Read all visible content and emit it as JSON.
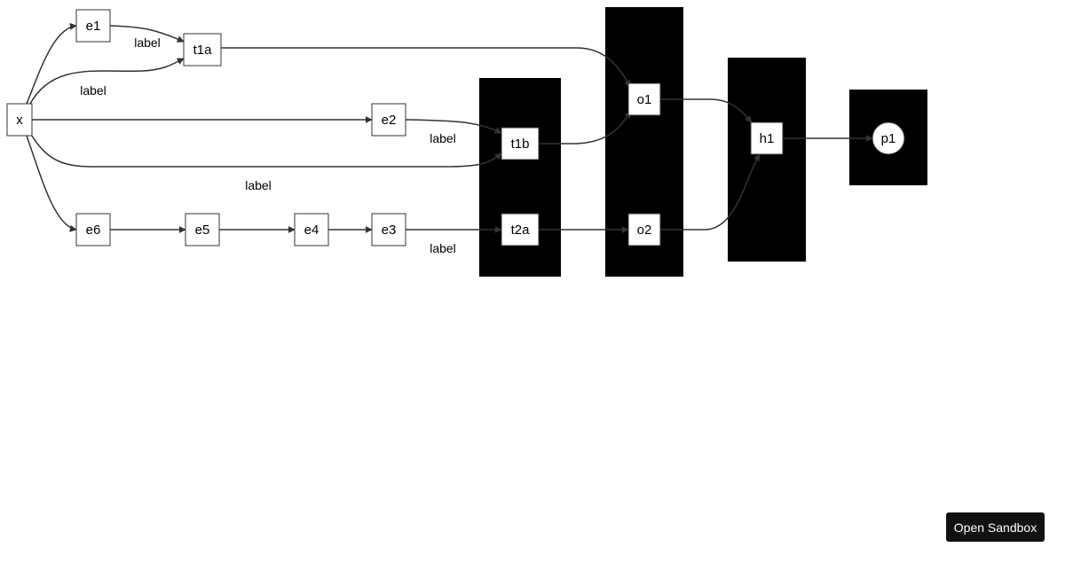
{
  "diagram": {
    "nodes": [
      {
        "id": "x",
        "label": "x",
        "shape": "rect"
      },
      {
        "id": "e1",
        "label": "e1",
        "shape": "rect"
      },
      {
        "id": "t1a",
        "label": "t1a",
        "shape": "rect"
      },
      {
        "id": "e2",
        "label": "e2",
        "shape": "rect"
      },
      {
        "id": "t1b",
        "label": "t1b",
        "shape": "rect"
      },
      {
        "id": "e6",
        "label": "e6",
        "shape": "rect"
      },
      {
        "id": "e5",
        "label": "e5",
        "shape": "rect"
      },
      {
        "id": "e4",
        "label": "e4",
        "shape": "rect"
      },
      {
        "id": "e3",
        "label": "e3",
        "shape": "rect"
      },
      {
        "id": "t2a",
        "label": "t2a",
        "shape": "rect"
      },
      {
        "id": "o1",
        "label": "o1",
        "shape": "rect"
      },
      {
        "id": "o2",
        "label": "o2",
        "shape": "rect"
      },
      {
        "id": "h1",
        "label": "h1",
        "shape": "rect"
      },
      {
        "id": "p1",
        "label": "p1",
        "shape": "circle"
      }
    ],
    "edges": [
      {
        "from": "x",
        "to": "e1",
        "label": ""
      },
      {
        "from": "e1",
        "to": "t1a",
        "label": "label"
      },
      {
        "from": "x",
        "to": "t1a",
        "label": "label"
      },
      {
        "from": "x",
        "to": "e2",
        "label": ""
      },
      {
        "from": "e2",
        "to": "t1b",
        "label": "label"
      },
      {
        "from": "x",
        "to": "t1b",
        "label": "label"
      },
      {
        "from": "x",
        "to": "e6",
        "label": ""
      },
      {
        "from": "e6",
        "to": "e5",
        "label": ""
      },
      {
        "from": "e5",
        "to": "e4",
        "label": ""
      },
      {
        "from": "e4",
        "to": "e3",
        "label": ""
      },
      {
        "from": "e3",
        "to": "t2a",
        "label": "label"
      },
      {
        "from": "t1a",
        "to": "o1",
        "label": ""
      },
      {
        "from": "t1b",
        "to": "o1",
        "label": ""
      },
      {
        "from": "t2a",
        "to": "o2",
        "label": ""
      },
      {
        "from": "o1",
        "to": "h1",
        "label": ""
      },
      {
        "from": "o2",
        "to": "h1",
        "label": ""
      },
      {
        "from": "h1",
        "to": "p1",
        "label": ""
      }
    ],
    "groups": [
      {
        "id": "group-t",
        "members": [
          "t1b",
          "t2a"
        ],
        "fill": "#000000"
      },
      {
        "id": "group-o",
        "members": [
          "o1",
          "o2"
        ],
        "fill": "#000000"
      },
      {
        "id": "group-h",
        "members": [
          "h1"
        ],
        "fill": "#000000"
      },
      {
        "id": "group-p",
        "members": [
          "p1"
        ],
        "fill": "#000000"
      }
    ],
    "colors": {
      "node_fill": "#ffffff",
      "node_stroke": "#333333",
      "edge": "#333333",
      "text": "#000000"
    }
  },
  "sandbox_button": {
    "label": "Open Sandbox"
  }
}
